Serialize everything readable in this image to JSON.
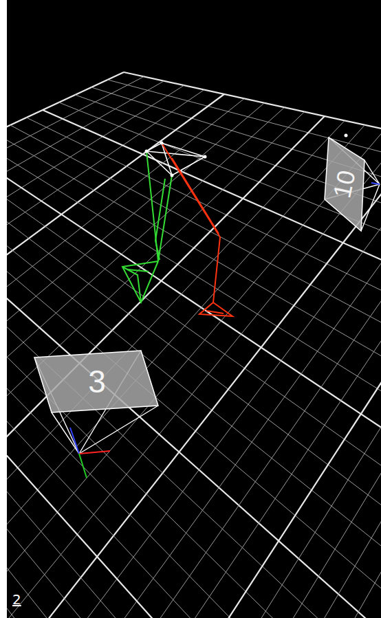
{
  "diagram": {
    "nodes": [
      {
        "text": [
          "3"
        ]
      },
      {
        "text": [
          "10"
        ]
      }
    ],
    "labels": [
      "2"
    ]
  }
}
